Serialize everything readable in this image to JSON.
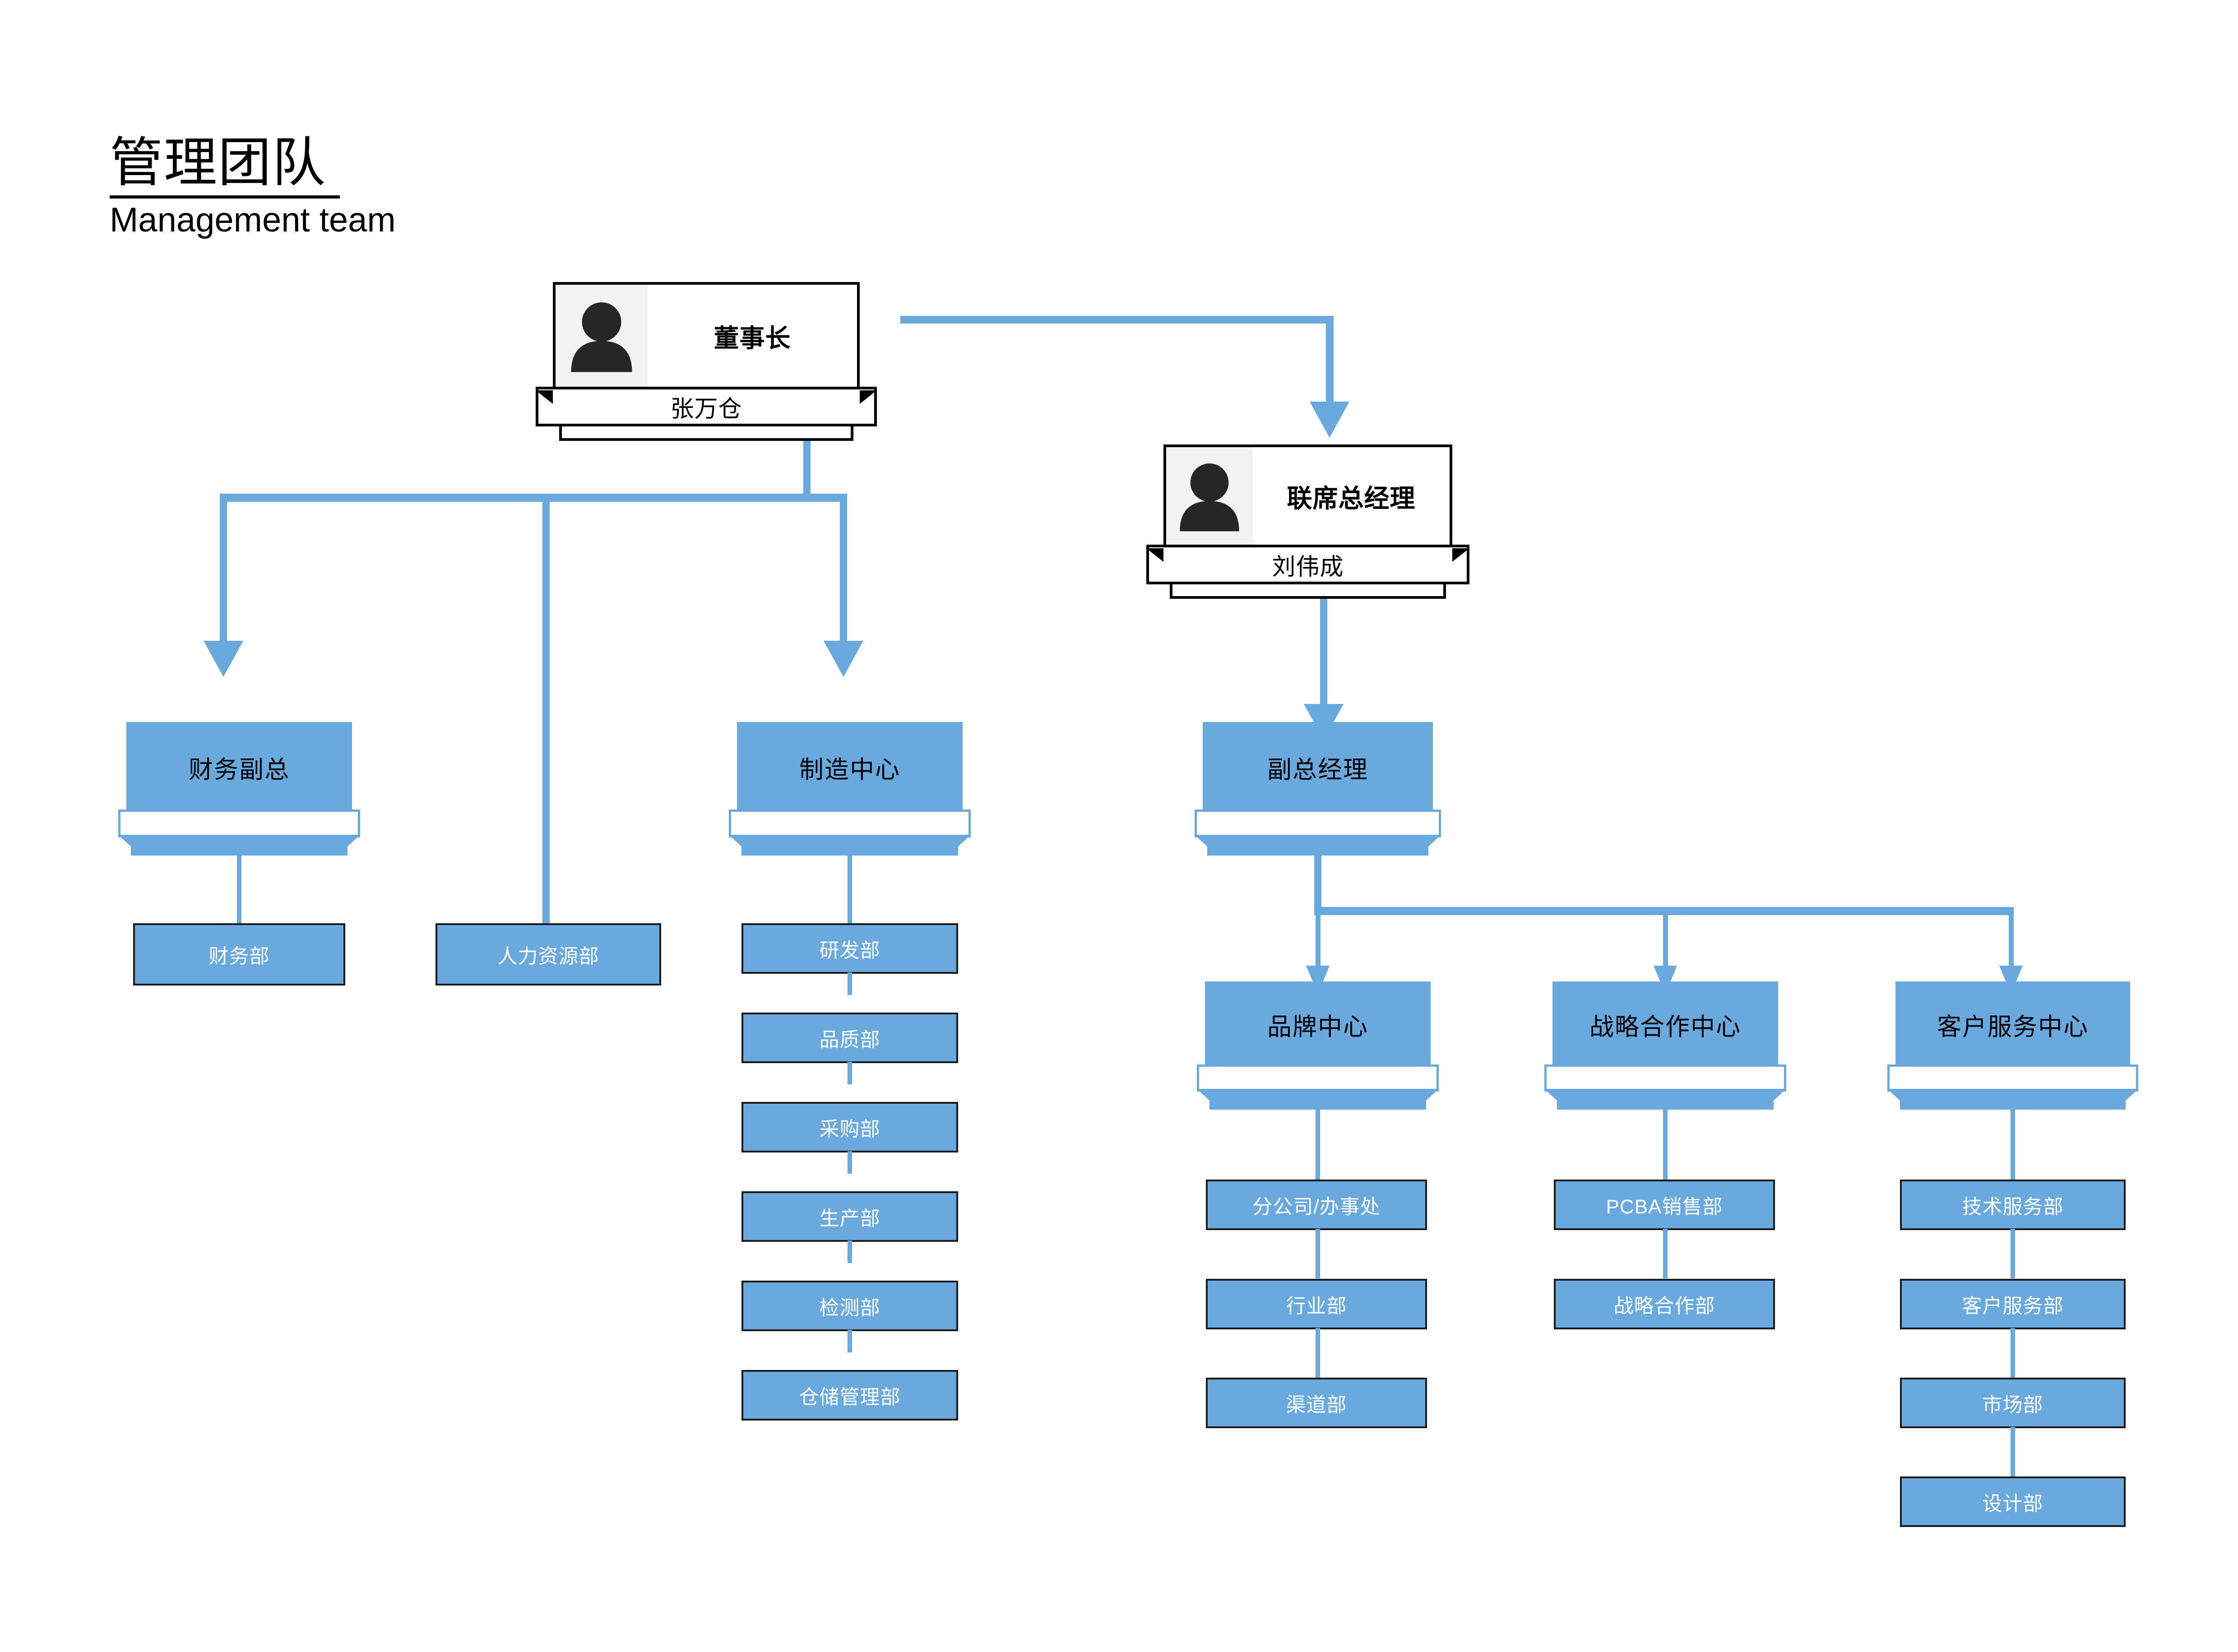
{
  "title": {
    "cn": "管理团队",
    "en": "Management team"
  },
  "colors": {
    "node_blue": "#6AA9DE",
    "box_border": "#1a1a1a",
    "avatar_bg": "#f2f2f2",
    "avatar_fill": "#262626",
    "text_dark": "#000000",
    "text_light": "#ffffff"
  },
  "people": [
    {
      "role": "董事长",
      "name": "张万仓",
      "avatar_icon": "person-avatar-icon"
    },
    {
      "role": "联席总经理",
      "name": "刘伟成",
      "avatar_icon": "person-avatar-icon"
    }
  ],
  "nodes": {
    "finance_vp": "财务副总",
    "manufacturing_center": "制造中心",
    "deputy_gm": "副总经理",
    "brand_center": "品牌中心",
    "strategy_center": "战略合作中心",
    "customer_service_center": "客户服务中心"
  },
  "departments": {
    "finance": [
      "财务部"
    ],
    "hr": [
      "人力资源部"
    ],
    "manufacturing": [
      "研发部",
      "品质部",
      "采购部",
      "生产部",
      "检测部",
      "仓储管理部"
    ],
    "brand": [
      "分公司/办事处",
      "行业部",
      "渠道部"
    ],
    "strategy": [
      "PCBA销售部",
      "战略合作部"
    ],
    "customer_service": [
      "技术服务部",
      "客户服务部",
      "市场部",
      "设计部"
    ]
  },
  "chart_data": {
    "type": "diagram",
    "diagram_type": "org-chart",
    "title": "管理团队 / Management team",
    "root": {
      "label": "董事长",
      "person": "张万仓",
      "children": [
        {
          "label": "财务副总",
          "children": [
            {
              "label": "财务部"
            }
          ]
        },
        {
          "label": "人力资源部"
        },
        {
          "label": "制造中心",
          "children": [
            {
              "label": "研发部"
            },
            {
              "label": "品质部"
            },
            {
              "label": "采购部"
            },
            {
              "label": "生产部"
            },
            {
              "label": "检测部"
            },
            {
              "label": "仓储管理部"
            }
          ]
        },
        {
          "label": "联席总经理",
          "person": "刘伟成",
          "children": [
            {
              "label": "副总经理",
              "children": [
                {
                  "label": "品牌中心",
                  "children": [
                    {
                      "label": "分公司/办事处"
                    },
                    {
                      "label": "行业部"
                    },
                    {
                      "label": "渠道部"
                    }
                  ]
                },
                {
                  "label": "战略合作中心",
                  "children": [
                    {
                      "label": "PCBA销售部"
                    },
                    {
                      "label": "战略合作部"
                    }
                  ]
                },
                {
                  "label": "客户服务中心",
                  "children": [
                    {
                      "label": "技术服务部"
                    },
                    {
                      "label": "客户服务部"
                    },
                    {
                      "label": "市场部"
                    },
                    {
                      "label": "设计部"
                    }
                  ]
                }
              ]
            }
          ]
        }
      ]
    }
  }
}
